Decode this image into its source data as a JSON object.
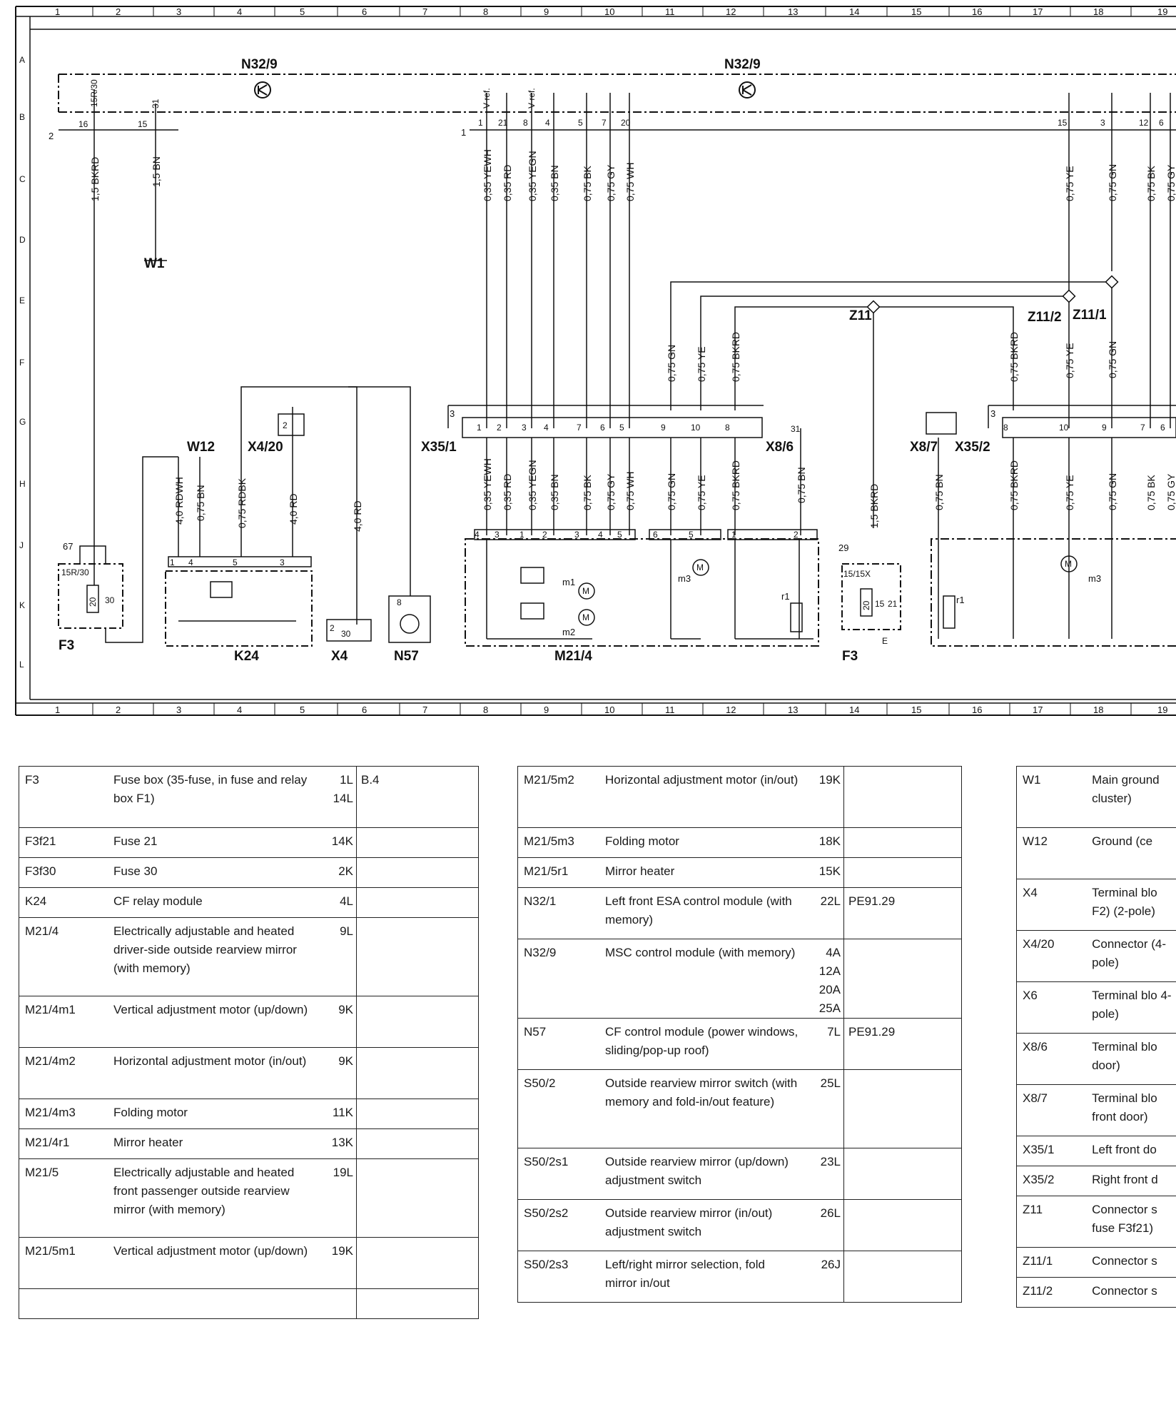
{
  "grid": {
    "columns": [
      "1",
      "2",
      "3",
      "4",
      "5",
      "6",
      "7",
      "8",
      "9",
      "10",
      "11",
      "12",
      "13",
      "14",
      "15",
      "16",
      "17",
      "18",
      "19"
    ],
    "rows": [
      "A",
      "B",
      "C",
      "D",
      "E",
      "F",
      "G",
      "H",
      "J",
      "K",
      "L"
    ]
  },
  "diagram": {
    "components": {
      "n32_9_left": "N32/9",
      "n32_9_right": "N32/9",
      "w1": "W1",
      "w12": "W12",
      "x4_20": "X4/20",
      "x35_1": "X35/1",
      "x8_6": "X8/6",
      "z11": "Z11",
      "z11_1": "Z11/1",
      "z11_2": "Z11/2",
      "x8_7": "X8/7",
      "x35_2": "X35/2",
      "f3_left": "F3",
      "f3_right": "F3",
      "k24": "K24",
      "x4": "X4",
      "n57": "N57",
      "m21_4": "M21/4",
      "m1": "m1",
      "m2": "m2",
      "m3_left": "m3",
      "m3_right": "m3",
      "r1_left": "r1",
      "r1_right": "r1"
    },
    "wires": {
      "w15r30": "1,5 BKRD",
      "w31": "1,5 BN",
      "top": [
        "0,35 YEWH",
        "0,35 RD",
        "0,35 YEGN",
        "0,35 BN",
        "0,75 BK",
        "0,75 GY",
        "0,75 WH"
      ],
      "right_top": [
        "0,75 YE",
        "0,75 GN",
        "0,75 BK",
        "0,75 GY"
      ],
      "mid_gn": "0,75 GN",
      "mid_ye": "0,75 YE",
      "mid_bkrd": "0,75 BKRD",
      "mid_right_bkrd": "0,75 BKRD",
      "mid_right_ye": "0,75 YE",
      "mid_right_gn": "0,75 GN",
      "low": [
        "0,35 YEWH",
        "0,35 RD",
        "0,35 YEGN",
        "0,35 BN",
        "0,75 BK",
        "0,75 GY",
        "0,75 WH",
        "0,75 GN",
        "0,75 YE",
        "0,75 BKRD"
      ],
      "x8_6_bn": "0,75 BN",
      "k24_rdwh": "4,0 RDWH",
      "k24_bn": "0,75 BN",
      "k24_rdbk": "0,75 RDBK",
      "k24_rd": "4,0 RD",
      "x4_rd": "4,0 RD",
      "f3_right_bkrd": "1,5 BKRD",
      "low_right": [
        "0,75 BN",
        "0,75 BKRD",
        "0,75 YE",
        "0,75 GN",
        "0,75 BK",
        "0,75 GY"
      ]
    },
    "pins": {
      "p15r30": "15R/30",
      "p31": "31",
      "p16": "16",
      "p15": "15",
      "p2": "2",
      "p1": "1",
      "vref": "V ref.",
      "top_nums": [
        "1",
        "21",
        "8",
        "4",
        "5",
        "7",
        "20"
      ],
      "right_top_nums": [
        "15",
        "3",
        "12",
        "6"
      ],
      "x35_1_nums": [
        "1",
        "2",
        "3",
        "4",
        "7",
        "6",
        "5",
        "9",
        "10",
        "8"
      ],
      "x35_2_nums": [
        "8",
        "10",
        "9",
        "7",
        "6"
      ],
      "m21_nums": [
        "4",
        "3",
        "1",
        "2",
        "3",
        "4",
        "5",
        "6",
        "5",
        "1",
        "2"
      ],
      "x3": "3",
      "f3_67": "67",
      "f3_30": "30",
      "f3_20": "20",
      "f3_15r30": "15R/30",
      "f3b_29": "29",
      "f3b_15": "15/15X",
      "f3b_20": "20",
      "f3b_15n": "15",
      "f3b_21": "21",
      "f3b_e": "E",
      "k24_nums": [
        "1",
        "4",
        "5",
        "3"
      ],
      "x4_20_2": "2",
      "x4_2": "2",
      "x4_30": "30",
      "n57_8": "8",
      "x8_31": "31"
    }
  },
  "legend_1": [
    {
      "code": "F3",
      "desc": "Fuse box (35-fuse, in fuse and relay box F1)",
      "grid": "1L\n14L",
      "ref": "B.4"
    },
    {
      "code": "F3f21",
      "desc": "Fuse 21",
      "grid": "14K",
      "ref": ""
    },
    {
      "code": "F3f30",
      "desc": "Fuse 30",
      "grid": "2K",
      "ref": ""
    },
    {
      "code": "K24",
      "desc": "CF relay module",
      "grid": "4L",
      "ref": ""
    },
    {
      "code": "M21/4",
      "desc": "Electrically adjustable and heated driver-side outside rearview mirror (with memory)",
      "grid": "9L",
      "ref": ""
    },
    {
      "code": "M21/4m1",
      "desc": "Vertical adjustment motor (up/down)",
      "grid": "9K",
      "ref": ""
    },
    {
      "code": "M21/4m2",
      "desc": "Horizontal adjustment motor (in/out)",
      "grid": "9K",
      "ref": ""
    },
    {
      "code": "M21/4m3",
      "desc": "Folding motor",
      "grid": "11K",
      "ref": ""
    },
    {
      "code": "M21/4r1",
      "desc": "Mirror heater",
      "grid": "13K",
      "ref": ""
    },
    {
      "code": "M21/5",
      "desc": "Electrically adjustable and heated front passenger outside rearview mirror (with memory)",
      "grid": "19L",
      "ref": ""
    },
    {
      "code": "M21/5m1",
      "desc": "Vertical adjustment motor (up/down)",
      "grid": "19K",
      "ref": ""
    },
    {
      "code": "",
      "desc": "",
      "grid": "",
      "ref": ""
    }
  ],
  "legend_2": [
    {
      "code": "M21/5m2",
      "desc": "Horizontal adjustment motor (in/out)",
      "grid": "19K",
      "ref": ""
    },
    {
      "code": "M21/5m3",
      "desc": "Folding motor",
      "grid": "18K",
      "ref": ""
    },
    {
      "code": "M21/5r1",
      "desc": "Mirror heater",
      "grid": "15K",
      "ref": ""
    },
    {
      "code": "N32/1",
      "desc": "Left front ESA control module (with memory)",
      "grid": "22L",
      "ref": "PE91.29"
    },
    {
      "code": "N32/9",
      "desc": "MSC control module (with memory)",
      "grid": "4A\n12A\n20A\n25A",
      "ref": ""
    },
    {
      "code": "N57",
      "desc": "CF control module (power windows, sliding/pop-up roof)",
      "grid": "7L",
      "ref": "PE91.29"
    },
    {
      "code": "S50/2",
      "desc": "Outside rearview mirror switch (with memory and fold-in/out feature)",
      "grid": "25L",
      "ref": ""
    },
    {
      "code": "S50/2s1",
      "desc": "Outside rearview mirror (up/down) adjustment switch",
      "grid": "23L",
      "ref": ""
    },
    {
      "code": "S50/2s2",
      "desc": "Outside rearview mirror (in/out) adjustment switch",
      "grid": "26L",
      "ref": ""
    },
    {
      "code": "S50/2s3",
      "desc": "Left/right mirror selection, fold mirror in/out",
      "grid": "26J",
      "ref": ""
    }
  ],
  "legend_3": [
    {
      "code": "W1",
      "desc": "Main ground cluster)"
    },
    {
      "code": "W12",
      "desc": "Ground (ce"
    },
    {
      "code": "X4",
      "desc": "Terminal blo F2) (2-pole)"
    },
    {
      "code": "X4/20",
      "desc": "Connector (4-pole)"
    },
    {
      "code": "X6",
      "desc": "Terminal blo 4-pole)"
    },
    {
      "code": "X8/6",
      "desc": "Terminal blo door)"
    },
    {
      "code": "X8/7",
      "desc": "Terminal blo front door)"
    },
    {
      "code": "X35/1",
      "desc": "Left front do"
    },
    {
      "code": "X35/2",
      "desc": "Right front d"
    },
    {
      "code": "Z11",
      "desc": "Connector s fuse F3f21)"
    },
    {
      "code": "Z11/1",
      "desc": "Connector s"
    },
    {
      "code": "Z11/2",
      "desc": "Connector s"
    }
  ]
}
